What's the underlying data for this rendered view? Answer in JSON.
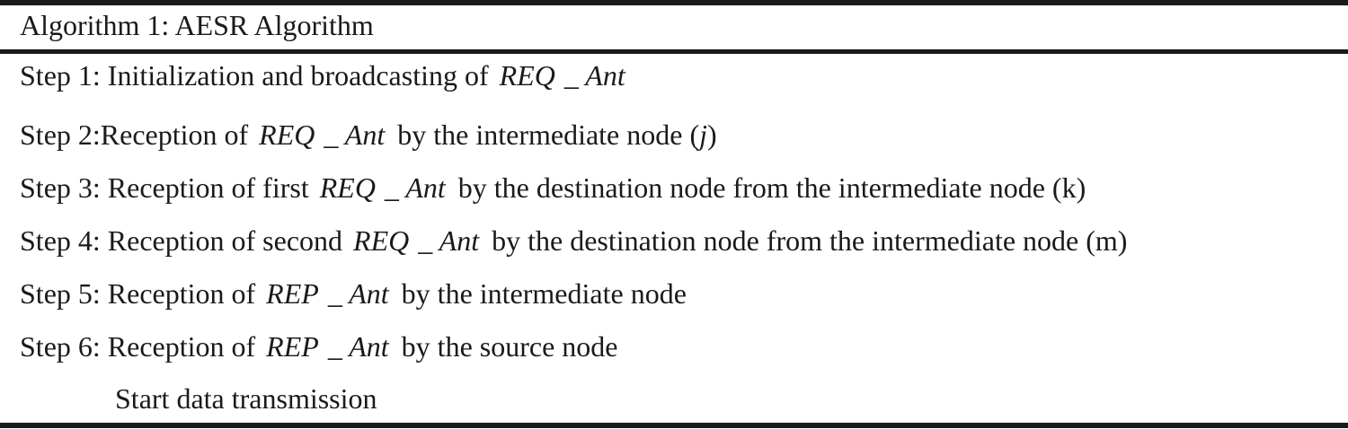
{
  "caption": "Algorithm 1: AESR Algorithm",
  "steps": [
    {
      "prefix": "Step 1: Initialization and broadcasting of",
      "sym_a": "REQ",
      "sym_b": "_ Ant",
      "suffix": ""
    },
    {
      "prefix": "Step 2:Reception of",
      "sym_a": "REQ",
      "sym_b": "_ Ant",
      "suffix": "by the intermediate node (",
      "var": "j",
      "close": ")"
    },
    {
      "prefix": "Step 3:  Reception of first",
      "sym_a": "REQ",
      "sym_b": "_ Ant",
      "suffix": "by the destination node from the intermediate node (k)"
    },
    {
      "prefix": "Step 4:  Reception of second",
      "sym_a": "REQ",
      "sym_b": "_ Ant",
      "suffix": "by the destination node from the intermediate node (m)"
    },
    {
      "prefix": "Step 5:  Reception of",
      "sym_a": "REP",
      "sym_b": "_ Ant",
      "suffix": "by the intermediate node"
    },
    {
      "prefix": "Step 6:  Reception of",
      "sym_a": "REP",
      "sym_b": "_ Ant",
      "suffix": "by the source node"
    }
  ],
  "final_line": "Start data transmission"
}
